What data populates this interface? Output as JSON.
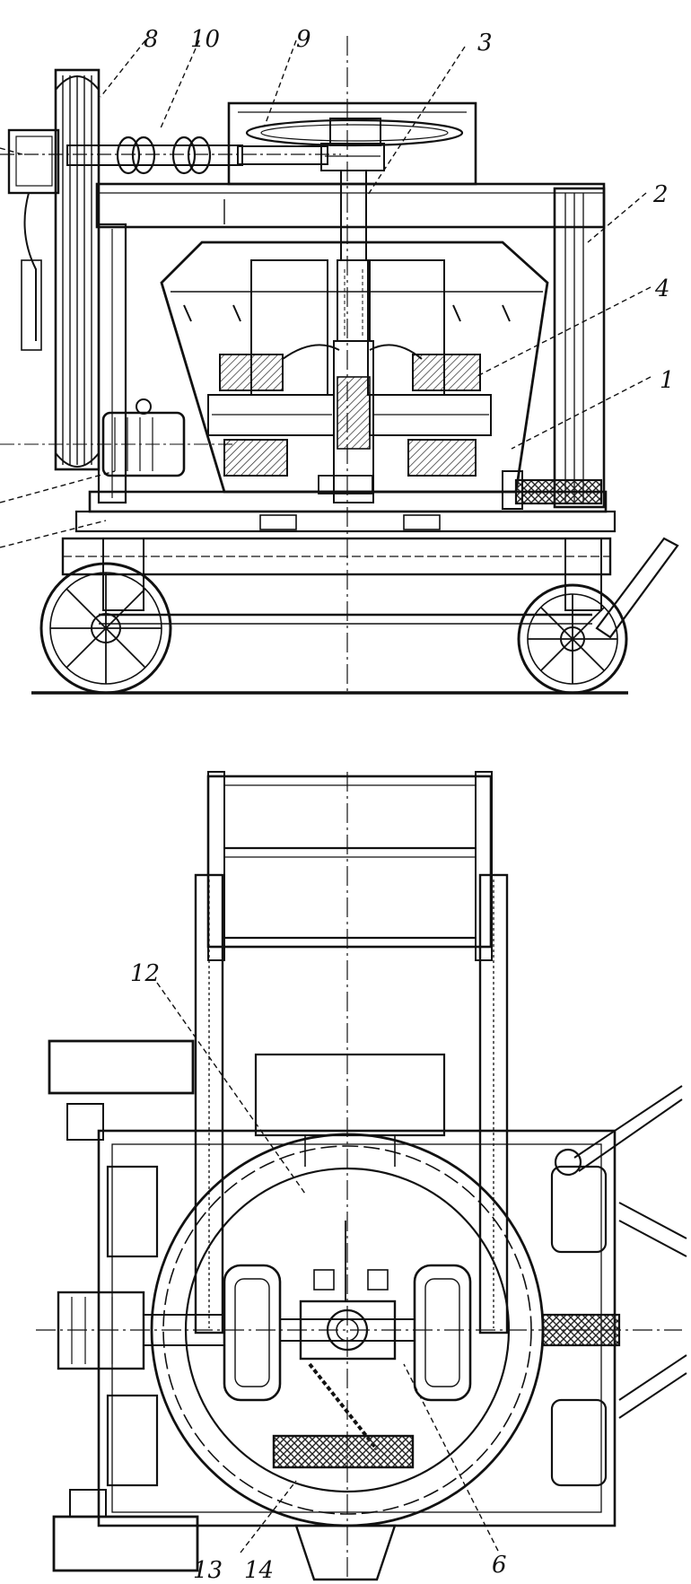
{
  "figure": {
    "side_view_labels": {
      "l8": "8",
      "l10": "10",
      "l9": "9",
      "l3": "3",
      "l2": "2",
      "l4": "4",
      "l1": "1"
    },
    "plan_view_labels": {
      "l12": "12",
      "l13": "13",
      "l14": "14",
      "l6": "6"
    }
  }
}
